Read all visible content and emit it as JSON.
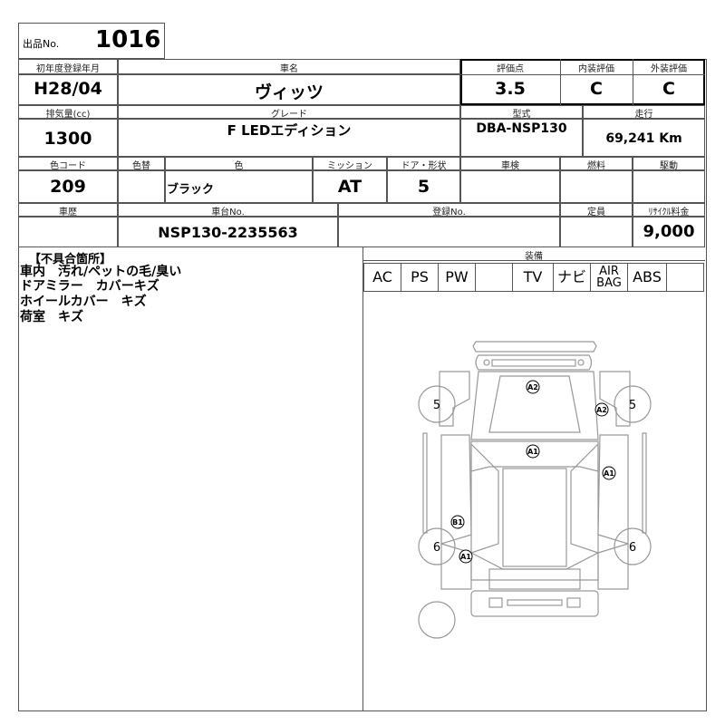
{
  "lot": {
    "label": "出品No.",
    "number": "1016"
  },
  "row1": {
    "first_reg_label": "初年度登録年月",
    "first_reg": "H28/04",
    "name_label": "車名",
    "name": "ヴィッツ",
    "score_label": "評価点",
    "score": "3.5",
    "interior_label": "内装評価",
    "interior": "C",
    "exterior_label": "外装評価",
    "exterior": "C"
  },
  "row2": {
    "displacement_label": "排気量(cc)",
    "displacement": "1300",
    "grade_label": "グレード",
    "grade": "F LEDエディション",
    "model_label": "型式",
    "model": "DBA-NSP130",
    "mileage_label": "走行",
    "mileage": "69,241 Km"
  },
  "row3": {
    "color_code_label": "色コード",
    "color_code": "209",
    "color_change_label": "色替",
    "color_label": "色",
    "color": "ブラック",
    "mission_label": "ミッション",
    "mission": "AT",
    "door_label": "ドア・形状",
    "door": "5",
    "inspection_label": "車検",
    "fuel_label": "燃料",
    "drive_label": "駆動"
  },
  "row4": {
    "history_label": "車歴",
    "chassis_label": "車台No.",
    "chassis": "NSP130-2235563",
    "reg_label": "登録No.",
    "capacity_label": "定員",
    "recycle_label": "ﾘｻｲｸﾙ料金",
    "recycle": "9,000"
  },
  "defects": {
    "title": "【不具合箇所】",
    "lines": [
      "車内　汚れ/ペットの毛/臭い",
      "ドアミラー　カバーキズ",
      "ホイールカバー　キズ",
      "荷室　キズ"
    ]
  },
  "equipment": {
    "label": "装備",
    "items": [
      "AC",
      "PS",
      "PW",
      "",
      "TV",
      "ナビ",
      "AIR BAG",
      "ABS",
      ""
    ]
  },
  "diagram": {
    "marks": [
      "A2",
      "A2",
      "A1",
      "A1",
      "B1",
      "A1"
    ],
    "wheels": [
      "5",
      "5",
      "6",
      "6"
    ]
  }
}
